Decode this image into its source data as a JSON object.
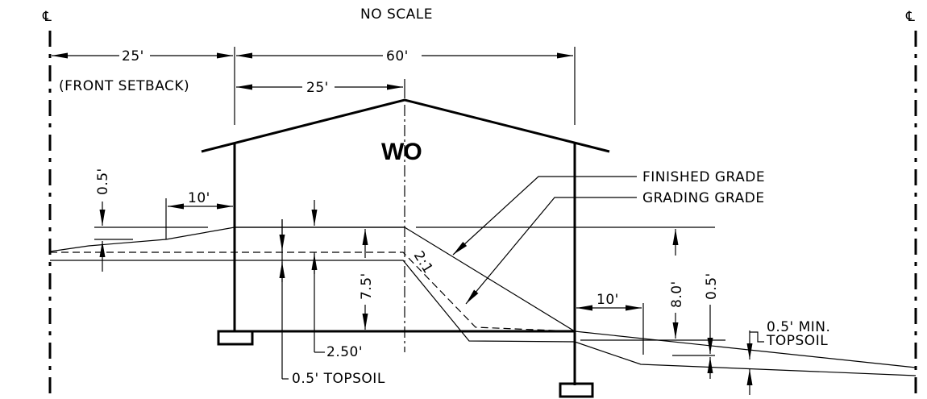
{
  "labels": {
    "pl_left": "℄",
    "pl_right": "℄",
    "no_scale": "NO SCALE",
    "setback_dim": "25'",
    "front_setback": "(FRONT SETBACK)",
    "width_dim": "60'",
    "ridge_dim": "25'",
    "wo": "WO",
    "finished_grade": "FINISHED GRADE",
    "grading_grade": "GRADING GRADE",
    "left_half_dim": "0.5'",
    "left_ten_dim": "10'",
    "height_75": "7.5'",
    "slope": "2:1",
    "dim_250": "2.50'",
    "topsoil_left": "0.5' TOPSOIL",
    "right_ten_dim": "10'",
    "height_80": "8.0'",
    "right_half_dim": "0.5'",
    "min_label": "0.5' MIN.",
    "topsoil_right": "TOPSOIL"
  }
}
